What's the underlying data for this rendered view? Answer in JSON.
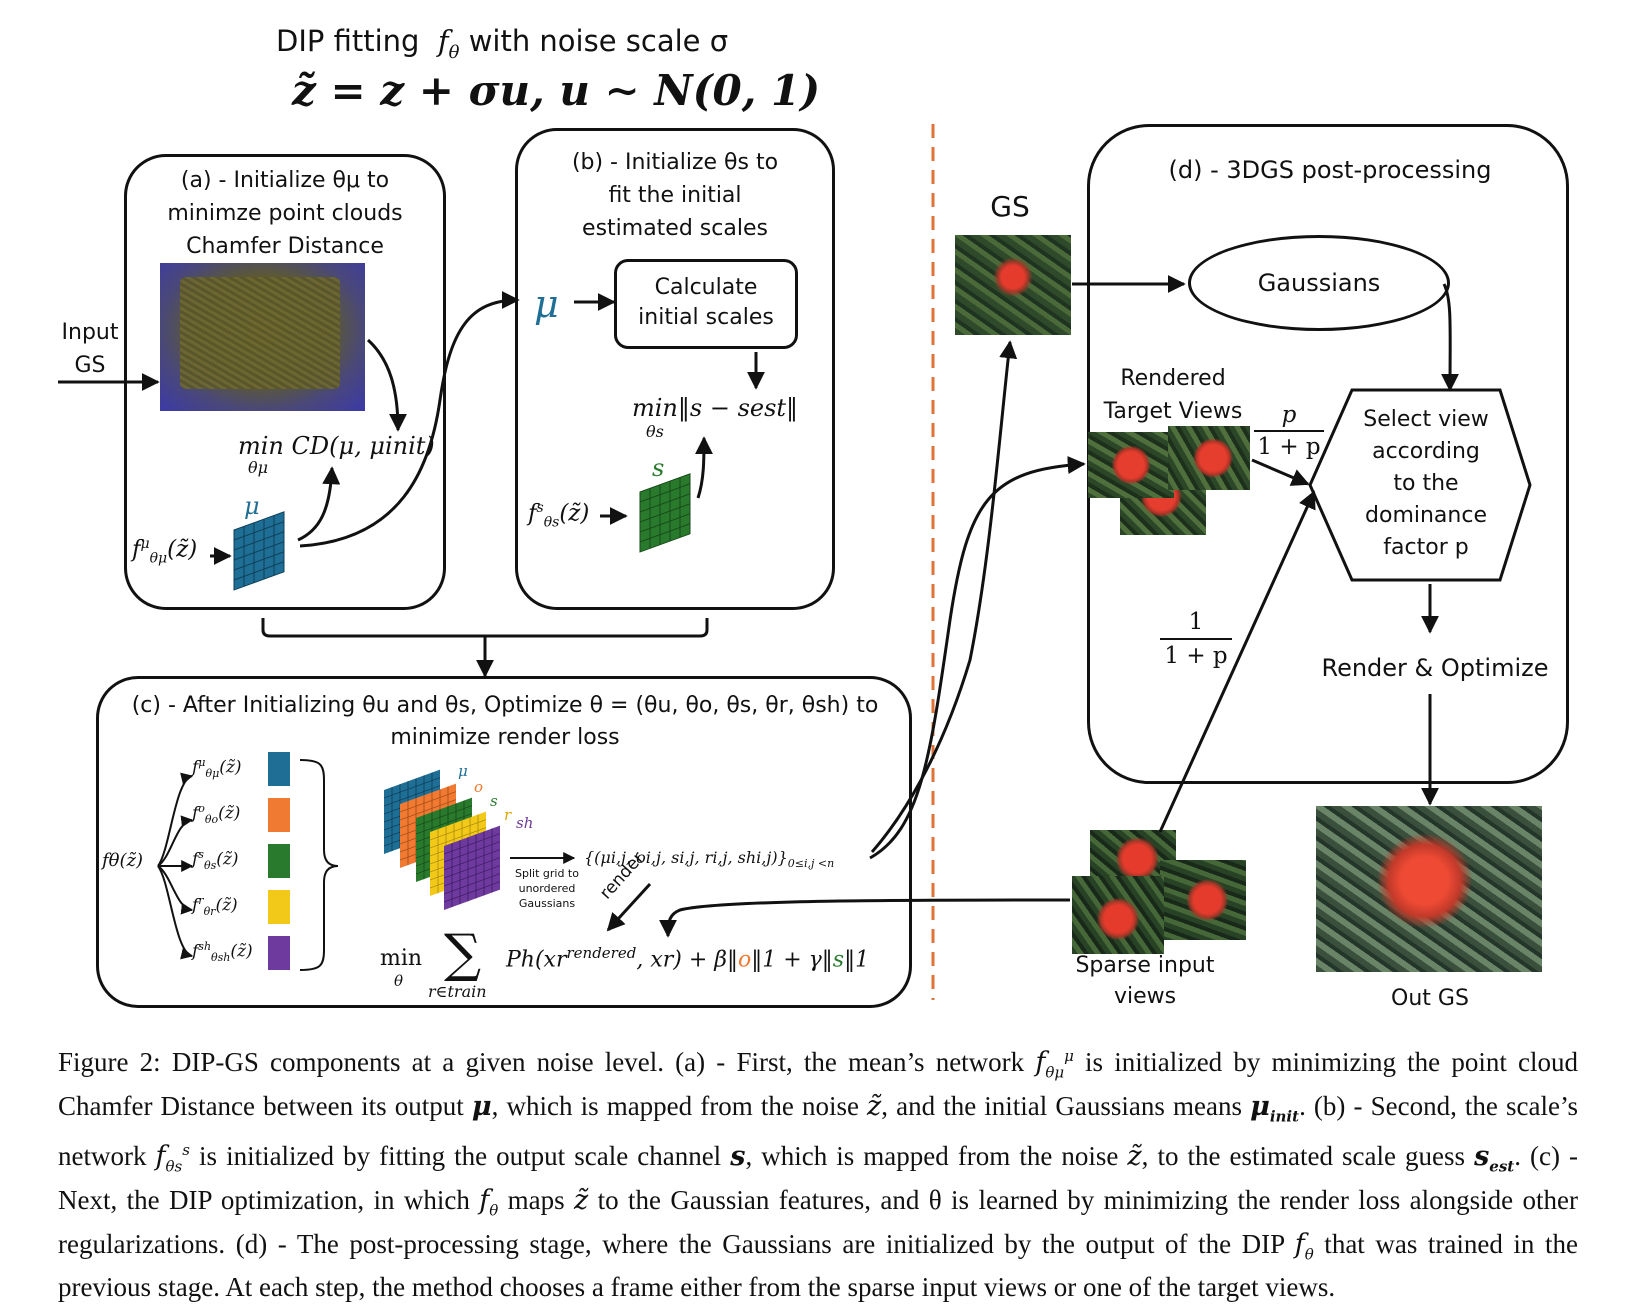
{
  "header": {
    "title": "DIP fitting",
    "title_func": "f",
    "title_theta": "θ",
    "title_tail": "with noise scale σ",
    "formula": "z̃ = z + σu, u ∼ N(0, 1)"
  },
  "panel_a": {
    "title_line1": "(a) - Initialize θμ to",
    "title_line2": "minimze point clouds",
    "title_line3": "Chamfer Distance",
    "input_line1": "Input",
    "input_line2": "GS",
    "objective": "min CD(μ, μinit)",
    "objective_sub": "θμ",
    "net_label": "f",
    "net_sup": "μ",
    "net_sub": "θμ",
    "net_arg": "(z̃)",
    "grid_label": "μ"
  },
  "panel_b": {
    "title_line1": "(b) - Initialize θs to",
    "title_line2": "fit the initial",
    "title_line3": "estimated scales",
    "mu_label": "μ",
    "calc_line1": "Calculate",
    "calc_line2": "initial scales",
    "objective": "min‖s − sest‖",
    "objective_sub": "θs",
    "net_label": "f",
    "net_sup": "s",
    "net_sub": "θs",
    "net_arg": "(z̃)",
    "grid_label": "s"
  },
  "panel_c": {
    "title_line1": "(c) - After Initializing θu and θs, Optimize θ = (θu, θo, θs, θr, θsh) to",
    "title_line2": "minimize render loss",
    "root_label": "fθ(z̃)",
    "branches": [
      {
        "sup": "μ",
        "sub": "θμ",
        "color": "#1f6e96"
      },
      {
        "sup": "o",
        "sub": "θo",
        "color": "#f07a32"
      },
      {
        "sup": "s",
        "sub": "θs",
        "color": "#2a7a2e"
      },
      {
        "sup": "r",
        "sub": "θr",
        "color": "#f2c919"
      },
      {
        "sup": "sh",
        "sub": "θsh",
        "color": "#6e3a9e"
      }
    ],
    "branch_func": "f",
    "branch_arg": "(z̃)",
    "stack_labels": [
      "μ",
      "o",
      "s",
      "r",
      "sh"
    ],
    "split_line1": "Split grid to",
    "split_line2": "unordered",
    "split_line3": "Gaussians",
    "set_expr": "{(μi,j, oi,j, si,j, ri,j, shi,j)}",
    "set_sub": "0≤i,j <n",
    "render_label": "render",
    "loss_min": "min",
    "loss_min_sub": "θ",
    "loss_sum_sub": "r∈train",
    "loss_expr": "Ph(xr",
    "loss_sup": "rendered",
    "loss_tail_1": ", xr) + β‖",
    "loss_o": "o",
    "loss_tail_2": "‖1 + γ‖",
    "loss_s": "s",
    "loss_tail_3": "‖1"
  },
  "panel_d": {
    "title": "(d) - 3DGS post-processing",
    "gs_label": "GS",
    "gaussians_label": "Gaussians",
    "rendered_line1": "Rendered",
    "rendered_line2": "Target Views",
    "frac_p_num": "p",
    "frac_p_den": "1 + p",
    "select_line1": "Select view",
    "select_line2": "according",
    "select_line3": "to the",
    "select_line4": "dominance",
    "select_line5": "factor p",
    "frac_1_num": "1",
    "frac_1_den": "1 + p",
    "render_opt": "Render & Optimize",
    "sparse_line1": "Sparse input",
    "sparse_line2": "views",
    "out_label": "Out GS"
  },
  "caption": {
    "p1": "Figure 2: DIP-GS components at a given noise level. (a) - First, the mean’s network ",
    "f1": "fθμμ",
    "p2": " is initialized by minimizing the point cloud Chamfer Distance between its output ",
    "mu": "μ",
    "p3": ", which is mapped from the noise ",
    "zt": "z̃",
    "p4": ", and the initial Gaussians means ",
    "muinit": "μinit",
    "p5": ". (b) - Second, the scale’s network ",
    "f2": "fθss",
    "p6": " is initialized by fitting the output scale channel ",
    "s": "s",
    "p7": ", which is mapped from the noise ",
    "zt2": "z̃",
    "p8": ", to the estimated scale guess ",
    "sest": "sest",
    "p9": ". (c) - Next, the DIP optimization, in which ",
    "ftheta": "fθ",
    "p10": " maps ",
    "zt3": "z̃",
    "p11": " to the Gaussian features, and θ is learned by minimizing the render loss alongside other regularizations. (d) - The post-processing stage, where the Gaussians are initialized by the output of the DIP ",
    "ftheta2": "fθ",
    "p12": " that was trained in the previous stage. At each step, the method chooses a frame either from the sparse input views or one of the target views."
  }
}
